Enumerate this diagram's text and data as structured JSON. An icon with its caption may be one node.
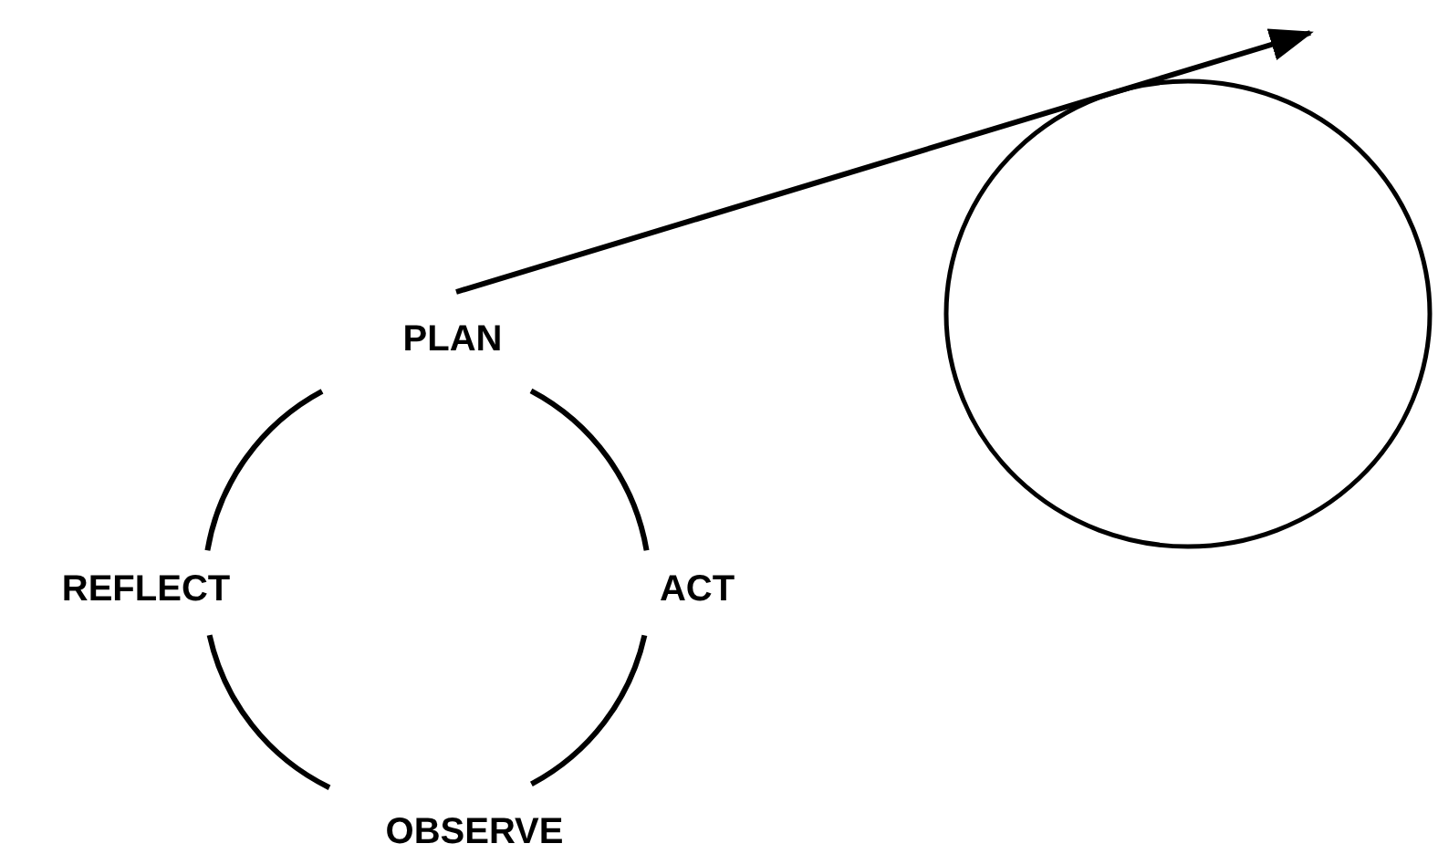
{
  "diagram": {
    "nodes": [
      {
        "text": [
          "PLAN"
        ]
      },
      {
        "text": [
          "ACT"
        ]
      },
      {
        "text": [
          "OBSERVE"
        ]
      },
      {
        "text": [
          "REFLECT"
        ]
      },
      {
        "text": [],
        "shape": "circle"
      }
    ],
    "edges": [
      {
        "from": 0,
        "to": 1,
        "arrow": "none"
      },
      {
        "from": 1,
        "to": 2,
        "arrow": "none"
      },
      {
        "from": 2,
        "to": 3,
        "arrow": "none"
      },
      {
        "from": 3,
        "to": 0,
        "arrow": "none"
      },
      {
        "from": 0,
        "to": null,
        "arrow": "to"
      }
    ]
  }
}
